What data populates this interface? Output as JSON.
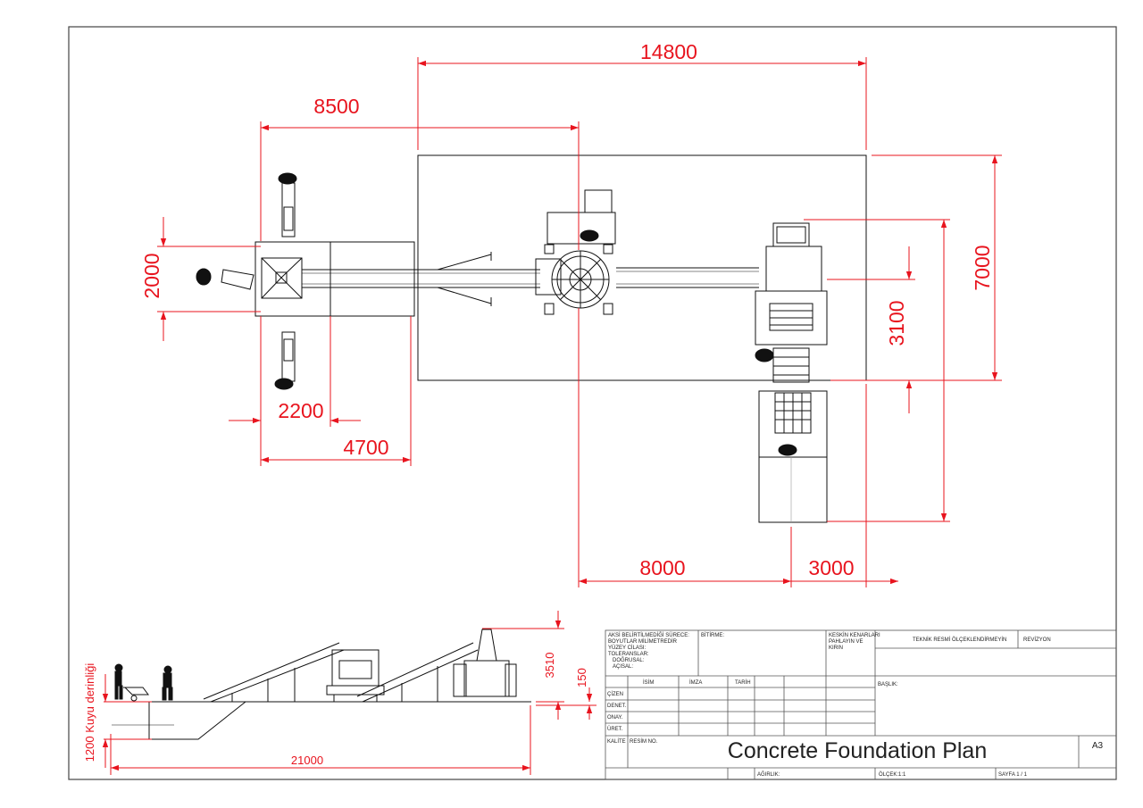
{
  "dimensions": {
    "d14800": "14800",
    "d8500": "8500",
    "d2000": "2000",
    "d7000": "7000",
    "d3100": "3100",
    "d2200": "2200",
    "d4700": "4700",
    "d8000": "8000",
    "d3000": "3000",
    "d3510": "3510",
    "d150": "150",
    "d21000": "21000",
    "well_depth": "1200 Kuyu derinliği"
  },
  "title_block": {
    "notes": [
      "AKSİ BELİRTİLMEDİĞİ SÜRECE:",
      "BOYUTLAR MİLİMETREDİR",
      "YÜZEY CİLASI:",
      "TOLERANSLAR:",
      "DOĞRUSAL:",
      "AÇISAL:"
    ],
    "finish": "BİTİRME:",
    "edges": [
      "KESKİN KENARLARI",
      "PAHLAYIN VE",
      "KIRIN"
    ],
    "no_scale": "TEKNİK RESMİ ÖLÇEKLENDİRMEYİN",
    "revision": "REVİZYON",
    "col_name": "İSİM",
    "col_signature": "İMZA",
    "col_date": "TARİH",
    "rows": [
      "ÇİZEN",
      "DENET.",
      "ONAY.",
      "ÜRET."
    ],
    "heading": "BAŞLIK:",
    "quality": "KALİTE",
    "drawing_no": "RESİM NO.",
    "title": "Concrete Foundation Plan",
    "sheet_size": "A3",
    "weight": "AĞIRLIK:",
    "scale": "ÖLÇEK:1:1",
    "page": "SAYFA 1 / 1"
  },
  "colors": {
    "dimension": "#e8141e",
    "line": "#111111"
  }
}
